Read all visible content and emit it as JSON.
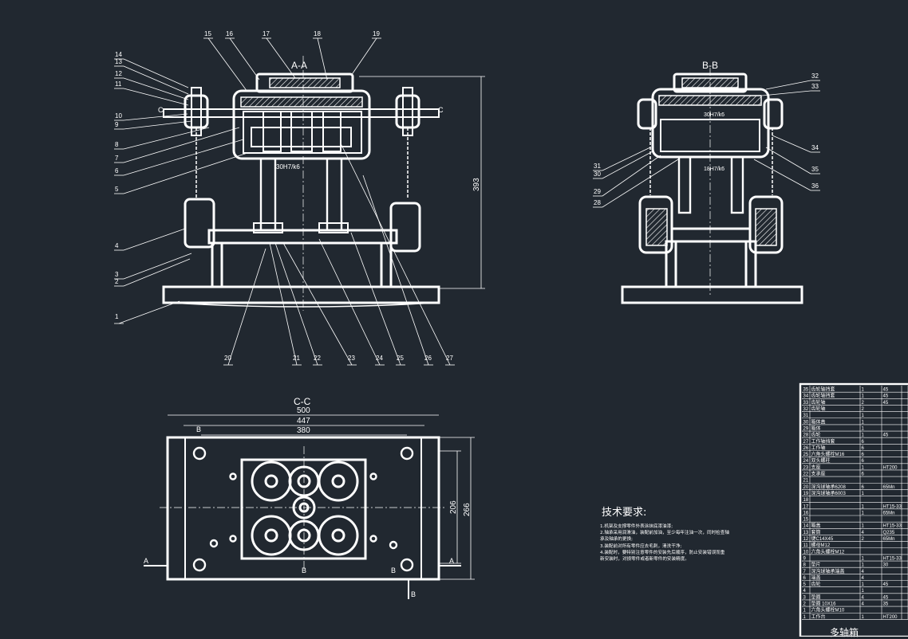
{
  "colors": {
    "background": "#212830",
    "line": "#ffffff"
  },
  "views": {
    "aa": {
      "title": "A-A",
      "section_mark": "C",
      "dimension": "393",
      "fit_note": "30H7/k6"
    },
    "bb": {
      "title": "B-B",
      "fit_note_1": "30H7/k6",
      "fit_note_2": "18H7/k6"
    },
    "cc": {
      "title": "C-C",
      "dim_500": "500",
      "dim_447": "447",
      "dim_380": "380",
      "dim_206": "206",
      "dim_266": "266",
      "section_a": "A",
      "section_b": "B"
    }
  },
  "part_labels_aa": [
    "15",
    "16",
    "17",
    "18",
    "19",
    "14",
    "13",
    "12",
    "11",
    "10",
    "9",
    "8",
    "7",
    "6",
    "5",
    "4",
    "3",
    "2",
    "1",
    "20",
    "21",
    "22",
    "23",
    "24",
    "25",
    "26",
    "27"
  ],
  "part_labels_bb": [
    "32",
    "33",
    "34",
    "35",
    "36",
    "31",
    "30",
    "29",
    "28"
  ],
  "tech_requirements": {
    "title": "技术要求:",
    "lines": [
      "1.机架及支撑零件外表涂抹底漆油漆;",
      "2.轴承采用润滑油，装配前加油，至少每年注油一次，同时检查轴",
      "承及轴承的更换;",
      "3.装配前对所有零件应去毛刺，清洗干净;",
      "4.装配时，要特别注意零件的安装先后顺序，防止安装错误而重",
      "新安装时，对损零件或者新零件的安装精度。"
    ]
  },
  "bom": {
    "rows": [
      {
        "no": "35",
        "name": "齿轮轴挡套",
        "qty": "1",
        "mat": "45"
      },
      {
        "no": "34",
        "name": "齿轮轴挡套",
        "qty": "1",
        "mat": "45"
      },
      {
        "no": "33",
        "name": "齿轮轴",
        "qty": "2",
        "mat": "45"
      },
      {
        "no": "32",
        "name": "齿轮轴",
        "qty": "2",
        "mat": ""
      },
      {
        "no": "31",
        "name": "",
        "qty": "1",
        "mat": ""
      },
      {
        "no": "30",
        "name": "箱体盖",
        "qty": "1",
        "mat": ""
      },
      {
        "no": "29",
        "name": "箱体",
        "qty": "1",
        "mat": ""
      },
      {
        "no": "28",
        "name": "齿轮",
        "qty": "1",
        "mat": "45"
      },
      {
        "no": "27",
        "name": "工作轴挡套",
        "qty": "6",
        "mat": ""
      },
      {
        "no": "26",
        "name": "工作轴",
        "qty": "6",
        "mat": ""
      },
      {
        "no": "25",
        "name": "六角头螺栓M16",
        "qty": "6",
        "mat": ""
      },
      {
        "no": "24",
        "name": "双头螺柱",
        "qty": "6",
        "mat": ""
      },
      {
        "no": "23",
        "name": "支座",
        "qty": "1",
        "mat": "HT200"
      },
      {
        "no": "22",
        "name": "支承座",
        "qty": "6",
        "mat": ""
      },
      {
        "no": "21",
        "name": "",
        "qty": "",
        "mat": ""
      },
      {
        "no": "20",
        "name": "深沟球轴承6208",
        "qty": "6",
        "mat": "65Mn"
      },
      {
        "no": "19",
        "name": "深沟球轴承6003",
        "qty": "1",
        "mat": ""
      },
      {
        "no": "18",
        "name": "",
        "qty": "",
        "mat": ""
      },
      {
        "no": "17",
        "name": "",
        "qty": "1",
        "mat": "HT15-33"
      },
      {
        "no": "16",
        "name": "",
        "qty": "1",
        "mat": "65Mn"
      },
      {
        "no": "15",
        "name": "",
        "qty": "",
        "mat": ""
      },
      {
        "no": "14",
        "name": "箱盖",
        "qty": "1",
        "mat": "HT15-33"
      },
      {
        "no": "13",
        "name": "套筒",
        "qty": "4",
        "mat": "Q235"
      },
      {
        "no": "12",
        "name": "键C14X45",
        "qty": "2",
        "mat": "65Mn"
      },
      {
        "no": "11",
        "name": "螺母M12",
        "qty": "",
        "mat": ""
      },
      {
        "no": "10",
        "name": "六角头螺栓M12",
        "qty": "",
        "mat": ""
      },
      {
        "no": "9",
        "name": "",
        "qty": "1",
        "mat": "HT15-33"
      },
      {
        "no": "8",
        "name": "垫片",
        "qty": "1",
        "mat": "30"
      },
      {
        "no": "7",
        "name": "深沟球轴承端盖",
        "qty": "4",
        "mat": ""
      },
      {
        "no": "6",
        "name": "端盖",
        "qty": "4",
        "mat": ""
      },
      {
        "no": "5",
        "name": "齿轮",
        "qty": "1",
        "mat": "45"
      },
      {
        "no": "4",
        "name": "",
        "qty": "1",
        "mat": ""
      },
      {
        "no": "3",
        "name": "垫圈",
        "qty": "4",
        "mat": "45"
      },
      {
        "no": "2",
        "name": "垫圈 10X16",
        "qty": "4",
        "mat": "35"
      },
      {
        "no": "1",
        "name": "六角头螺栓M10",
        "qty": "",
        "mat": ""
      },
      {
        "no": "1",
        "name": "工作台",
        "qty": "1",
        "mat": "HT200"
      }
    ],
    "title": "多轴箱"
  }
}
